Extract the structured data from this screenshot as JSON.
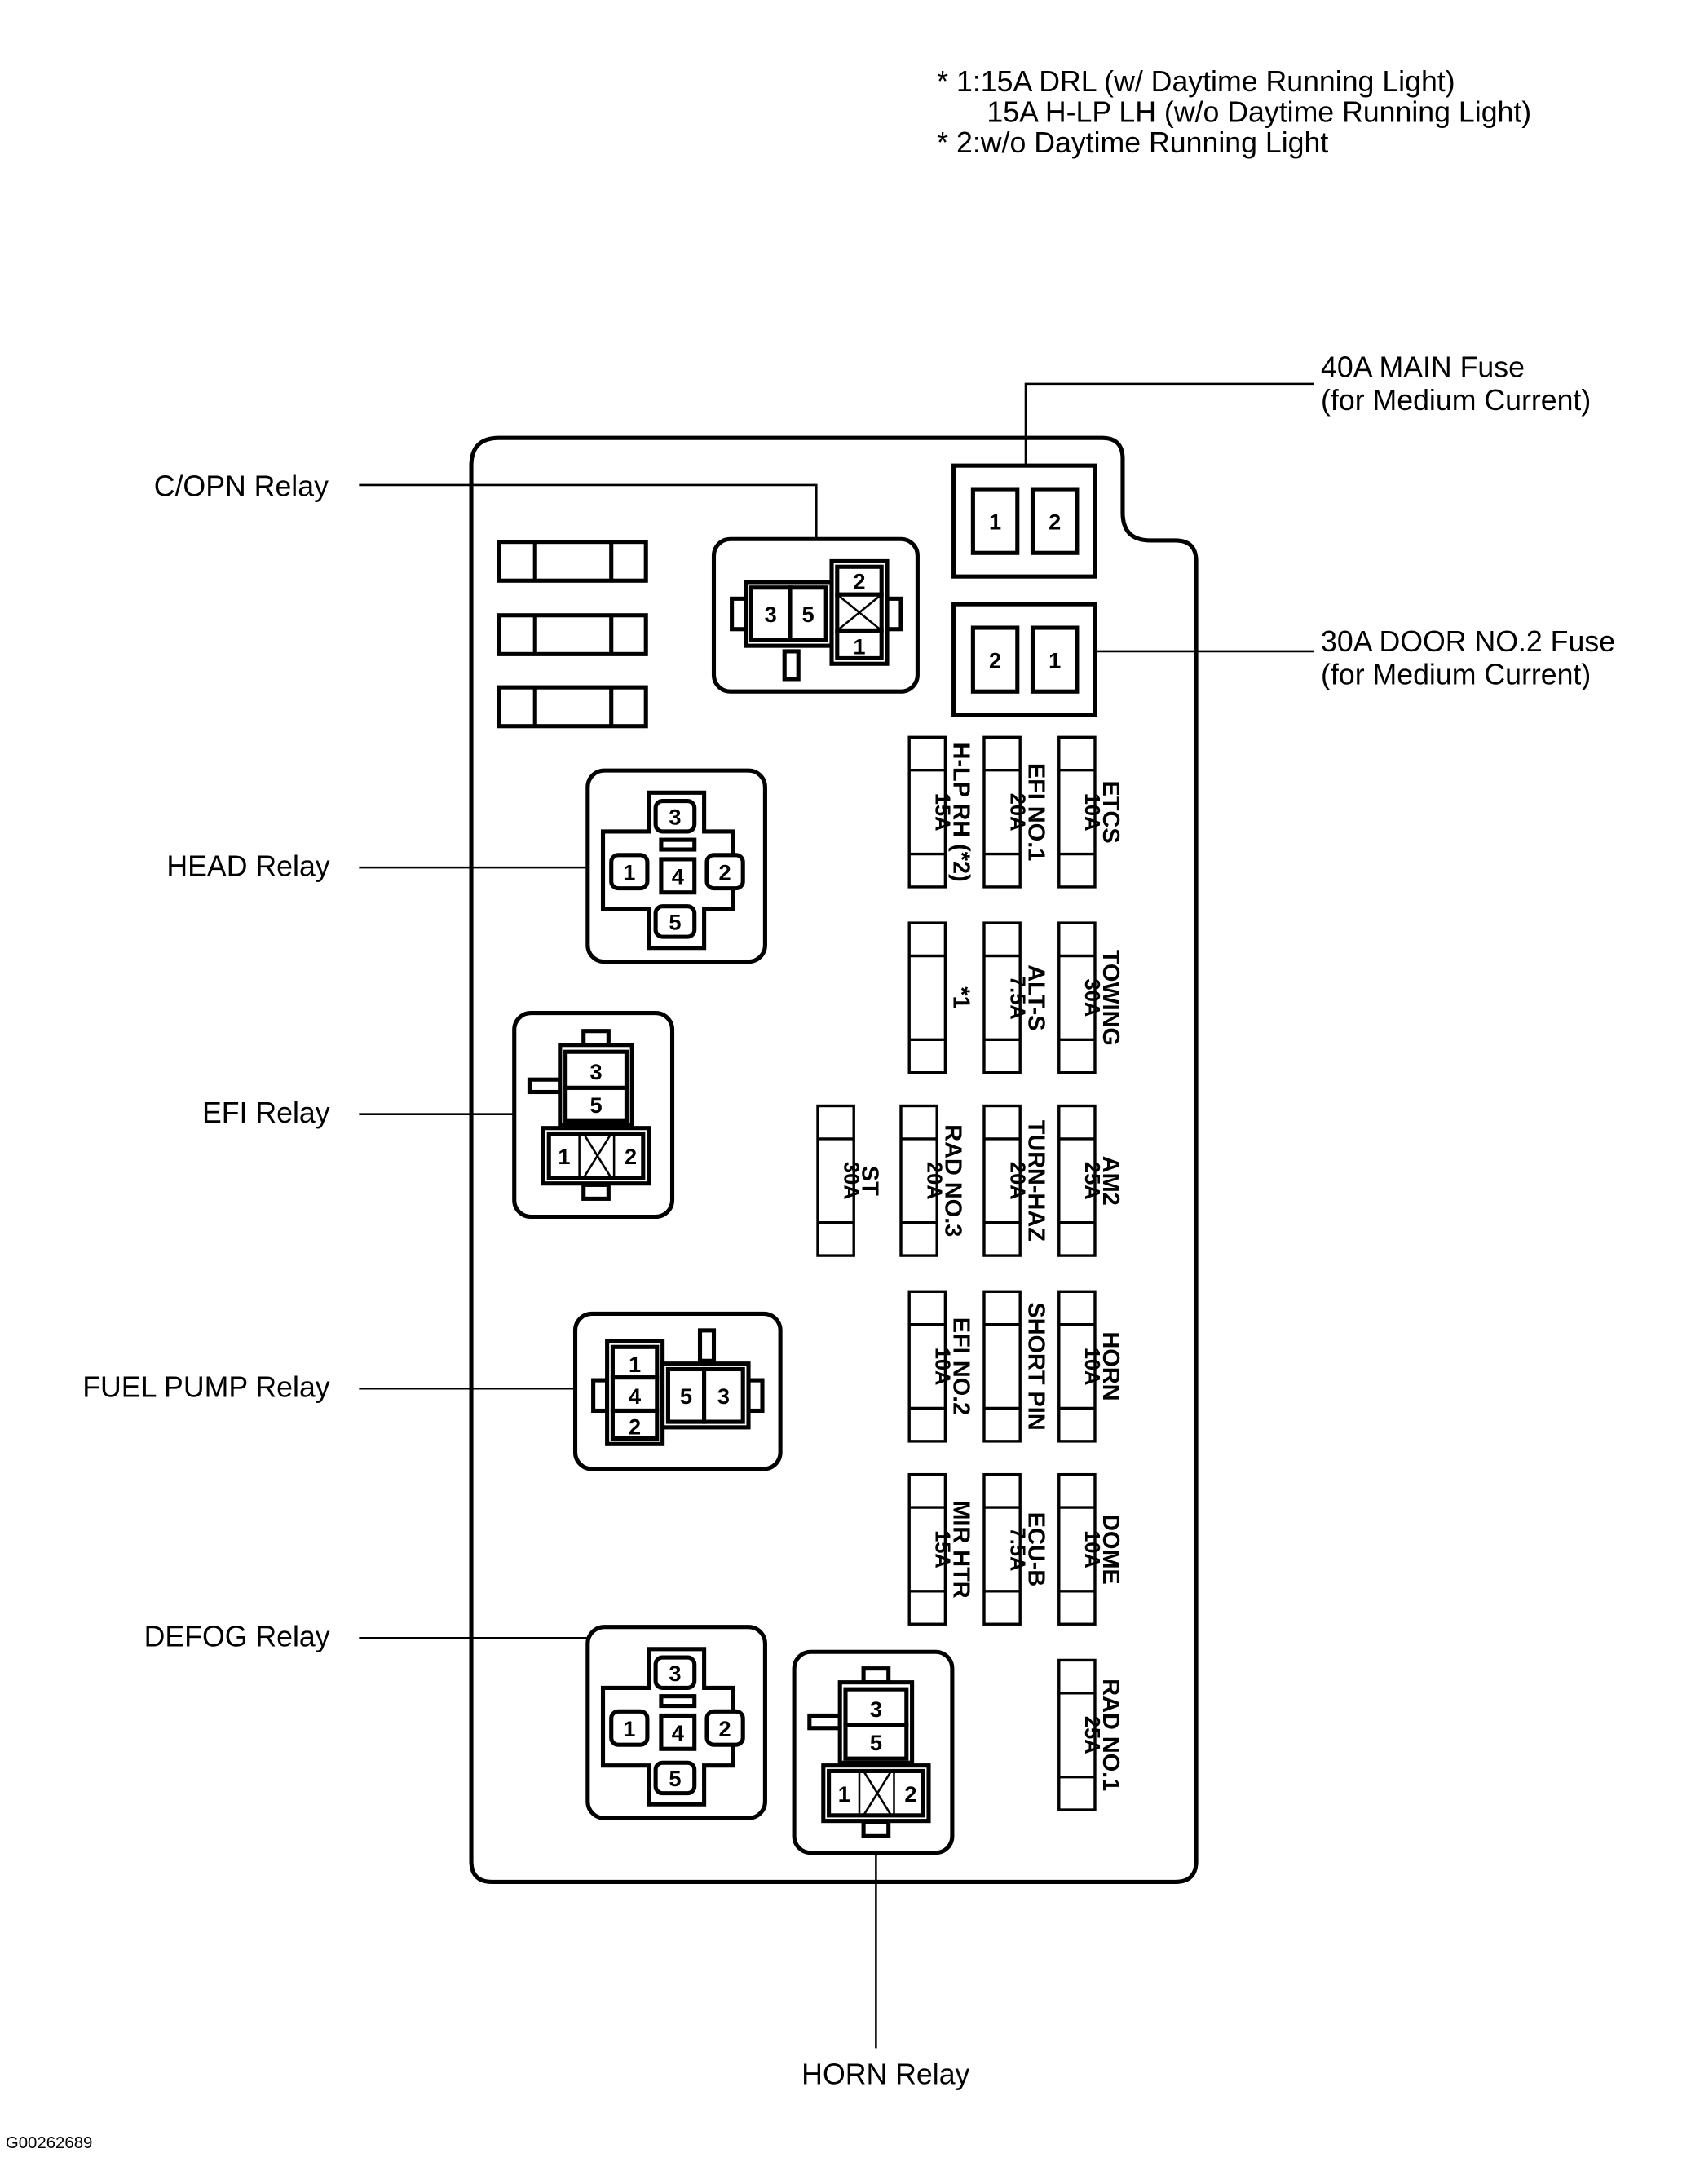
{
  "notes": [
    "* 1:15A DRL (w/ Daytime Running Light)",
    "15A H-LP LH (w/o Daytime Running Light)",
    "* 2:w/o Daytime Running Light"
  ],
  "diagram_id": "G00262689",
  "labels": {
    "main_fuse": [
      "40A MAIN Fuse",
      "(for Medium Current)"
    ],
    "door_fuse": [
      "30A DOOR NO.2 Fuse",
      "(for Medium Current)"
    ],
    "copn_relay": "C/OPN Relay",
    "head_relay": "HEAD Relay",
    "efi_relay": "EFI Relay",
    "fuel_pump_relay": "FUEL PUMP Relay",
    "defog_relay": "DEFOG Relay",
    "horn_relay": "HORN Relay"
  },
  "pins": {
    "main_fuse": [
      "1",
      "2"
    ],
    "door_fuse": [
      "2",
      "1"
    ],
    "copn": [
      "3",
      "5",
      "2",
      "1"
    ],
    "head": [
      "3",
      "1",
      "4",
      "2",
      "5"
    ],
    "efi": [
      "3",
      "5",
      "1",
      "2"
    ],
    "fuel_pump": [
      "1",
      "4",
      "2",
      "5",
      "3"
    ],
    "defog": [
      "3",
      "1",
      "4",
      "2",
      "5"
    ],
    "horn": [
      "3",
      "5",
      "1",
      "2"
    ]
  },
  "fuses": [
    {
      "amp": "15A",
      "name": "H-LP RH (*2)"
    },
    {
      "amp": "20A",
      "name": "EFI NO.1"
    },
    {
      "amp": "10A",
      "name": "ETCS"
    },
    {
      "amp": "",
      "name": "*1"
    },
    {
      "amp": "7.5A",
      "name": "ALT-S"
    },
    {
      "amp": "30A",
      "name": "TOWING"
    },
    {
      "amp": "30A",
      "name": "ST"
    },
    {
      "amp": "20A",
      "name": "RAD NO.3"
    },
    {
      "amp": "20A",
      "name": "TURN-HAZ"
    },
    {
      "amp": "25A",
      "name": "AM2"
    },
    {
      "amp": "10A",
      "name": "EFI NO.2"
    },
    {
      "amp": "",
      "name": "SHORT PIN"
    },
    {
      "amp": "10A",
      "name": "HORN"
    },
    {
      "amp": "15A",
      "name": "MIR HTR"
    },
    {
      "amp": "7.5A",
      "name": "ECU-B"
    },
    {
      "amp": "10A",
      "name": "DOME"
    },
    {
      "amp": "25A",
      "name": "RAD NO.1"
    }
  ]
}
